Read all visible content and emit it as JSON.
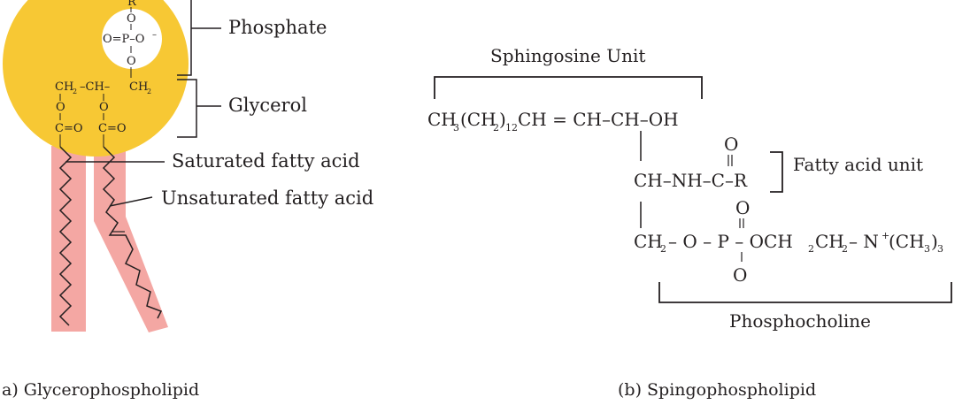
{
  "colors": {
    "head": "#f7c834",
    "head_edge": "#e6a91a",
    "tail": "#f4a7a3",
    "ink": "#231f20"
  },
  "glycerophospholipid": {
    "labels": {
      "phosphate": "Phosphate",
      "glycerol": "Glycerol",
      "saturated": "Saturated fatty acid",
      "unsaturated": "Unsaturated fatty acid"
    },
    "head_formula": {
      "r": "R",
      "o_top": "O",
      "phosphate_row": "O=P–O",
      "minus": "–",
      "o_bottom": "O",
      "ch2_left": "CH",
      "ch": "–CH–",
      "ch2_right": "CH",
      "sub2": "2",
      "o_left": "O",
      "o_right": "O",
      "ester_left": "C=O",
      "ester_right": "C=O"
    },
    "caption": "a) Glycerophospholipid"
  },
  "sphingophospholipid": {
    "sphingosine_unit": "Sphingosine Unit",
    "row1_a": "CH",
    "row1_b": "3",
    "row1_c": "(CH",
    "row1_d": "2",
    "row1_e": ")",
    "row1_f": "12",
    "row1_g": "CH = CH–CH–OH",
    "carbonyl_o": "O",
    "row2": "CH–NH–C–R",
    "fatty_acid_unit": "Fatty acid unit",
    "phos_o_top": "O",
    "row3_a": "CH",
    "row3_b": "2",
    "row3_c": "– O – P – OCH",
    "row3_d": "2",
    "row3_e": "CH",
    "row3_f": "2",
    "row3_g": "– N",
    "row3_h": "+",
    "row3_i": "(CH",
    "row3_j": "3",
    "row3_k": ")",
    "row3_l": "3",
    "phos_o_bottom": "O",
    "phosphocholine": "Phosphocholine",
    "caption": "(b) Spingophospholipid"
  }
}
